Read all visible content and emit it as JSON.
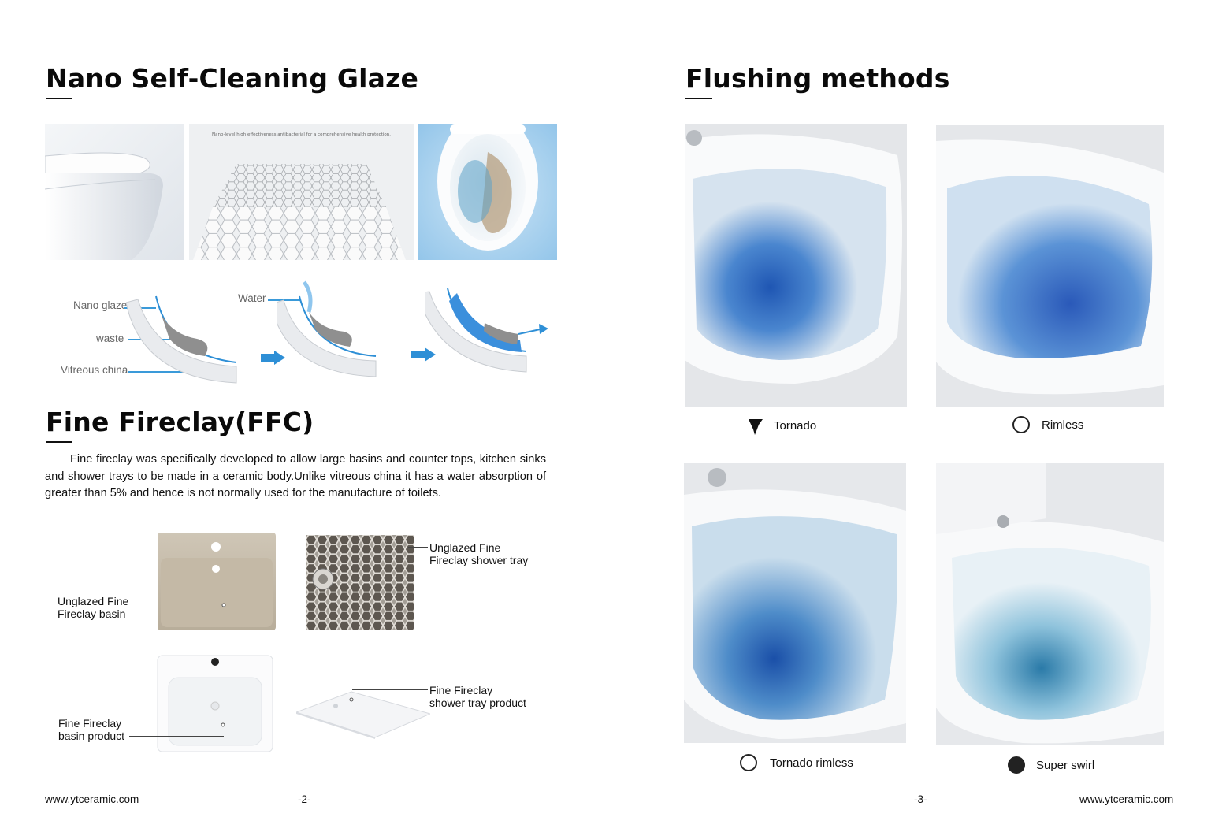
{
  "left": {
    "nano": {
      "heading": "Nano Self-Cleaning Glaze",
      "panel_caption": "Nano-level high effectiveness antibacterial for a comprehensive health protection.",
      "diagram": {
        "nano_glaze": "Nano glaze",
        "waste": "waste",
        "vitreous_china": "Vitreous china",
        "water": "Water"
      }
    },
    "ffc": {
      "heading": "Fine Fireclay(FFC)",
      "paragraph": "Fine fireclay was specifically developed to allow large basins and counter tops, kitchen sinks and shower trays to be made in a ceramic body.Unlike vitreous china it has a water absorption of greater than 5% and hence is not normally used for the manufacture of toilets.",
      "unglazed_basin": [
        "Unglazed Fine",
        "Fireclay basin"
      ],
      "unglazed_tray": [
        "Unglazed Fine",
        "Fireclay shower tray"
      ],
      "basin_product": [
        "Fine Fireclay",
        "basin product"
      ],
      "tray_product": [
        "Fine Fireclay",
        "shower tray product"
      ]
    },
    "footer_url": "www.ytceramic.com",
    "page_number": "-2-"
  },
  "right": {
    "heading": "Flushing methods",
    "methods": [
      {
        "label": "Tornado",
        "icon": "tornado-icon"
      },
      {
        "label": "Rimless",
        "icon": "rimless-icon"
      },
      {
        "label": "Tornado rimless",
        "icon": "tornado-rimless-icon"
      },
      {
        "label": "Super swirl",
        "icon": "super-swirl-icon"
      }
    ],
    "icon_text": {
      "tornado": "Tornado",
      "rimless": "Rimless"
    },
    "footer_url": "www.ytceramic.com",
    "page_number": "-3-"
  },
  "colors": {
    "accent_blue": "#2e8fd6",
    "water_blue": "#3b7fd0",
    "panel_blue": "#a9d3ef",
    "glaze_grey": "#e9ebee"
  }
}
